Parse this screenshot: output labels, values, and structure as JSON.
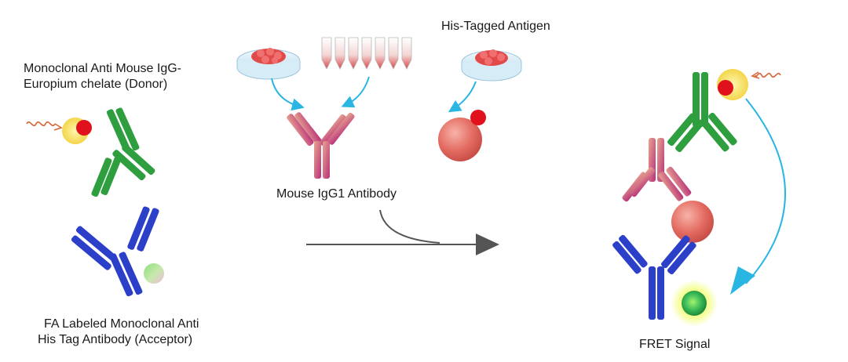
{
  "labels": {
    "donor_line1": "Monoclonal Anti Mouse IgG-",
    "donor_line2": "Europium chelate (Donor)",
    "acceptor_line1": "FA Labeled Monoclonal Anti",
    "acceptor_line2": "His Tag Antibody (Acceptor)",
    "antigen": "His-Tagged Antigen",
    "mouse_antibody": "Mouse IgG1 Antibody",
    "fret": "FRET Signal"
  },
  "colors": {
    "donor_antibody": "#2e9e3f",
    "acceptor_antibody": "#2b3fc9",
    "mouse_antibody": "#c2447a",
    "antigen": "#e06a62",
    "his_tag": "#e0101c",
    "europium_halo": "#f4dc5a",
    "reaction_arrow": "#555555",
    "transfer_arrow": "#29b6e3",
    "fluorophore": "#3fbf5a"
  },
  "icons": [
    "excitation-wave-icon",
    "petri-dish-icon",
    "tube-rack-icon",
    "curved-arrow-icon"
  ]
}
